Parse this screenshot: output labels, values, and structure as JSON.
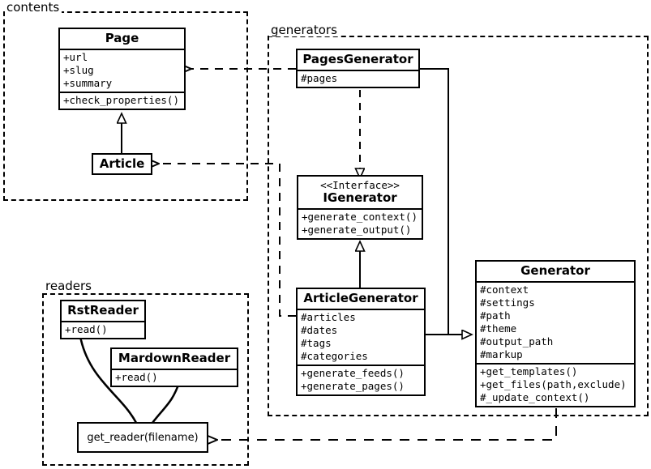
{
  "diagram": {
    "title": "UML class diagram",
    "stroke_color": "#000000",
    "background_color": "#ffffff"
  },
  "packages": [
    {
      "id": "contents",
      "label": "contents"
    },
    {
      "id": "generators",
      "label": "generators"
    },
    {
      "id": "readers",
      "label": "readers"
    }
  ],
  "classes": {
    "page": {
      "name": "Page",
      "attributes": [
        "+url",
        "+slug",
        "+summary"
      ],
      "methods": [
        "+check_properties()"
      ]
    },
    "article": {
      "name": "Article",
      "attributes": [],
      "methods": []
    },
    "pages_generator": {
      "name": "PagesGenerator",
      "attributes": [
        "#pages"
      ],
      "methods": []
    },
    "igenerator": {
      "stereotype": "<<Interface>>",
      "name": "IGenerator",
      "attributes": [],
      "methods": [
        "+generate_context()",
        "+generate_output()"
      ]
    },
    "article_generator": {
      "name": "ArticleGenerator",
      "attributes": [
        "#articles",
        "#dates",
        "#tags",
        "#categories"
      ],
      "methods": [
        "+generate_feeds()",
        "+generate_pages()"
      ]
    },
    "generator": {
      "name": "Generator",
      "attributes": [
        "#context",
        "#settings",
        "#path",
        "#theme",
        "#output_path",
        "#markup"
      ],
      "methods": [
        "+get_templates()",
        "+get_files(path,exclude)",
        "#_update_context()"
      ]
    },
    "rst_reader": {
      "name": "RstReader",
      "attributes": [],
      "methods": [
        "+read()"
      ]
    },
    "markdown_reader": {
      "name": "MardownReader",
      "attributes": [],
      "methods": [
        "+read()"
      ]
    },
    "get_reader": {
      "name": "get_reader(filename)"
    }
  },
  "relationships": [
    {
      "id": "article-inherits-page",
      "type": "generalization",
      "from": "Article",
      "to": "Page"
    },
    {
      "id": "pagesgenerator-realizes-igenerator",
      "type": "realization",
      "from": "PagesGenerator",
      "to": "IGenerator"
    },
    {
      "id": "articlegenerator-realizes-igenerator",
      "type": "realization",
      "from": "ArticleGenerator",
      "to": "IGenerator"
    },
    {
      "id": "pagesgenerator-extends-generator",
      "type": "generalization",
      "from": "PagesGenerator",
      "to": "Generator"
    },
    {
      "id": "articlegenerator-extends-generator",
      "type": "generalization",
      "from": "ArticleGenerator",
      "to": "Generator"
    },
    {
      "id": "pagesgenerator-uses-page",
      "type": "dependency",
      "from": "PagesGenerator",
      "to": "Page"
    },
    {
      "id": "articlegenerator-uses-article",
      "type": "dependency",
      "from": "ArticleGenerator",
      "to": "Article"
    },
    {
      "id": "generator-uses-get-reader",
      "type": "dependency",
      "from": "Generator",
      "to": "get_reader(filename)"
    },
    {
      "id": "get-reader-returns-rstreader",
      "type": "association",
      "from": "get_reader(filename)",
      "to": "RstReader"
    },
    {
      "id": "get-reader-returns-markdownreader",
      "type": "association",
      "from": "get_reader(filename)",
      "to": "MardownReader"
    }
  ]
}
